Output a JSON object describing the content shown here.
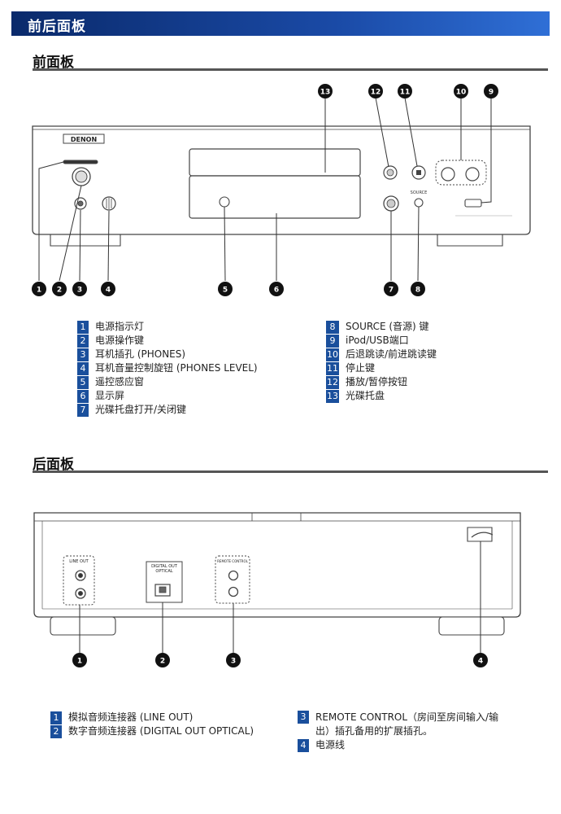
{
  "banner": {
    "title": "前后面板"
  },
  "front": {
    "title": "前面板",
    "brand": "DENON",
    "labels": {
      "source": "SOURCE"
    },
    "callouts": [
      "1",
      "2",
      "3",
      "4",
      "5",
      "6",
      "7",
      "8",
      "9",
      "10",
      "11",
      "12",
      "13"
    ],
    "legend_left": [
      {
        "n": "1",
        "t": "电源指示灯"
      },
      {
        "n": "2",
        "t": "电源操作键"
      },
      {
        "n": "3",
        "t": "耳机插孔 (PHONES)"
      },
      {
        "n": "4",
        "t": "耳机音量控制旋钮 (PHONES LEVEL)"
      },
      {
        "n": "5",
        "t": "遥控感应窗"
      },
      {
        "n": "6",
        "t": "显示屏"
      },
      {
        "n": "7",
        "t": "光碟托盘打开/关闭键"
      }
    ],
    "legend_right": [
      {
        "n": "8",
        "t": "SOURCE (音源) 键"
      },
      {
        "n": "9",
        "t": "iPod/USB端口"
      },
      {
        "n": "10",
        "t": "后退跳读/前进跳读键"
      },
      {
        "n": "11",
        "t": "停止键"
      },
      {
        "n": "12",
        "t": "播放/暂停按钮"
      },
      {
        "n": "13",
        "t": "光碟托盘"
      }
    ]
  },
  "rear": {
    "title": "后面板",
    "labels": {
      "line_out": "LINE OUT",
      "digital_out": "DIGITAL OUT",
      "optical": "OPTICAL",
      "remote_control": "REMOTE CONTROL"
    },
    "callouts": [
      "1",
      "2",
      "3",
      "4"
    ],
    "legend_left": [
      {
        "n": "1",
        "t": "模拟音频连接器 (LINE OUT)"
      },
      {
        "n": "2",
        "t": "数字音频连接器 (DIGITAL OUT OPTICAL)"
      }
    ],
    "legend_right": [
      {
        "n": "3",
        "t": "REMOTE CONTROL（房间至房间输入/输出）插孔备用的扩展插孔。"
      },
      {
        "n": "4",
        "t": "电源线"
      }
    ]
  }
}
